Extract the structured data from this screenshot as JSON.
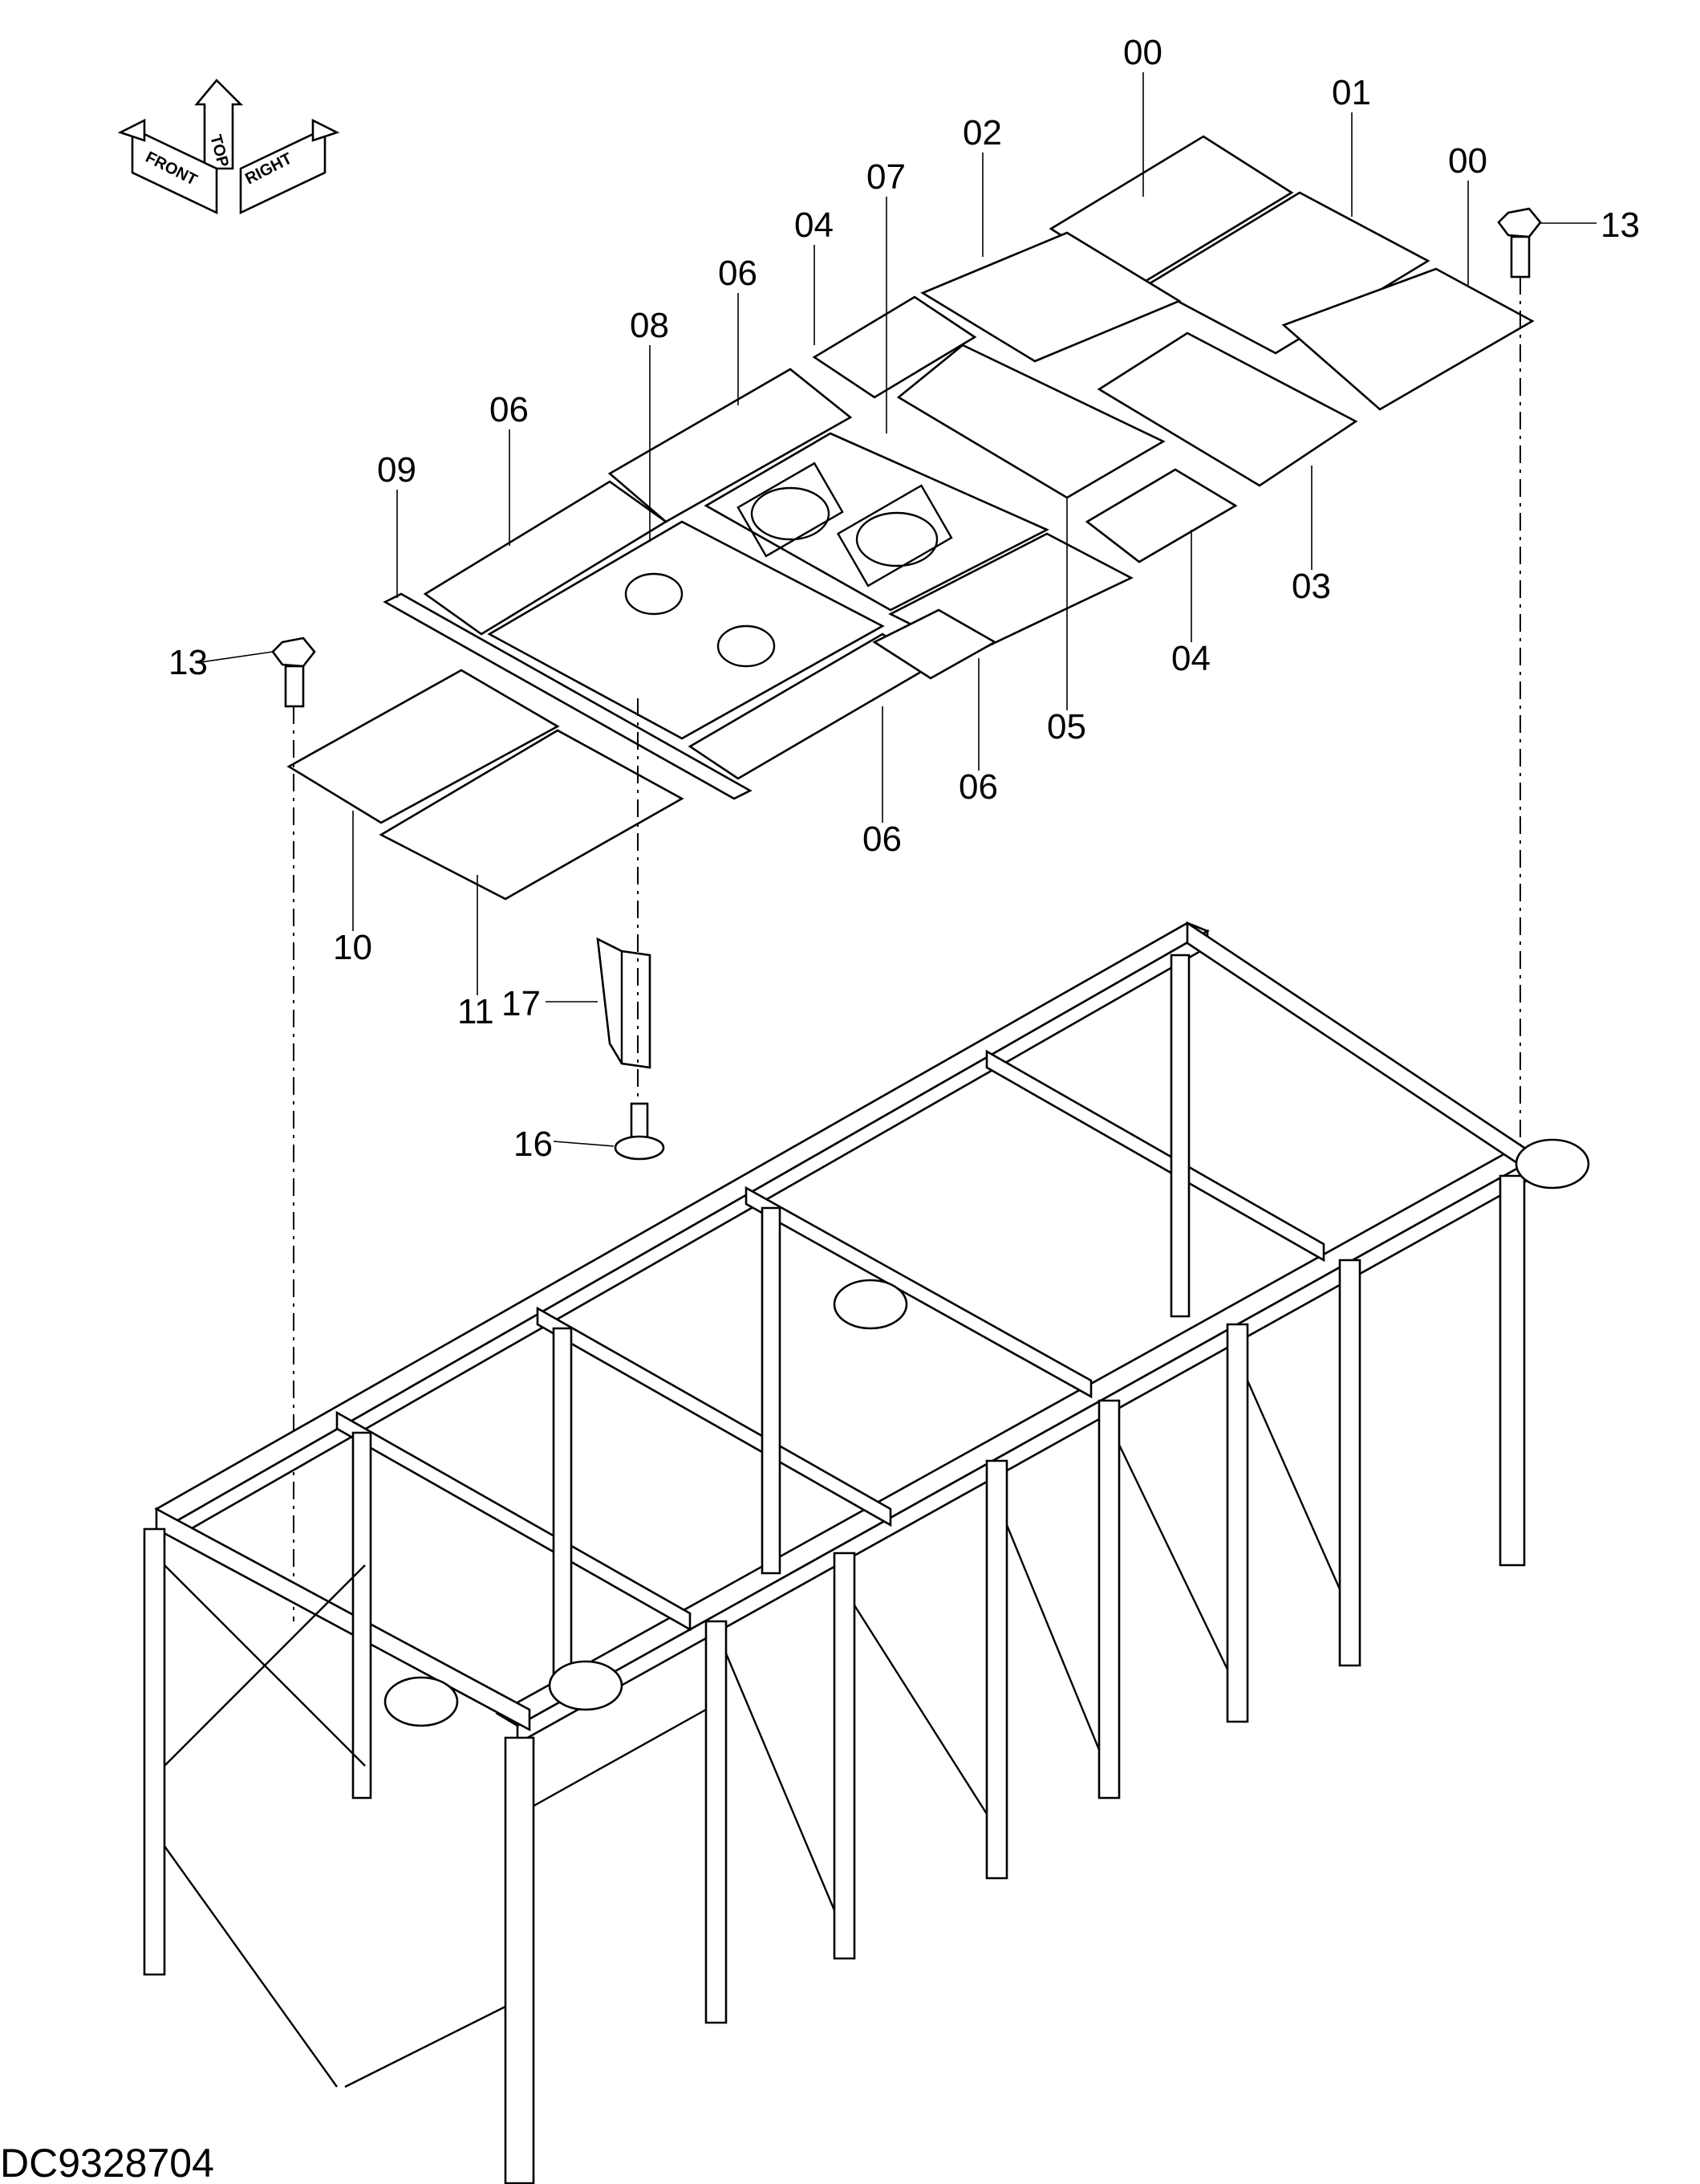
{
  "drawing_code": "DC9328704",
  "orientation": {
    "top": "TOP",
    "front": "FRONT",
    "right": "RIGHT"
  },
  "part_labels": [
    {
      "id": "p00a",
      "text": "00"
    },
    {
      "id": "p01",
      "text": "01"
    },
    {
      "id": "p00b",
      "text": "00"
    },
    {
      "id": "p02",
      "text": "02"
    },
    {
      "id": "p07",
      "text": "07"
    },
    {
      "id": "p04a",
      "text": "04"
    },
    {
      "id": "p06a",
      "text": "06"
    },
    {
      "id": "p13a",
      "text": "13"
    },
    {
      "id": "p08",
      "text": "08"
    },
    {
      "id": "p06b",
      "text": "06"
    },
    {
      "id": "p09",
      "text": "09"
    },
    {
      "id": "p03",
      "text": "03"
    },
    {
      "id": "p04b",
      "text": "04"
    },
    {
      "id": "p13b",
      "text": "13"
    },
    {
      "id": "p05",
      "text": "05"
    },
    {
      "id": "p06c",
      "text": "06"
    },
    {
      "id": "p06d",
      "text": "06"
    },
    {
      "id": "p10",
      "text": "10"
    },
    {
      "id": "p11",
      "text": "11"
    },
    {
      "id": "p17",
      "text": "17"
    },
    {
      "id": "p16",
      "text": "16"
    }
  ]
}
